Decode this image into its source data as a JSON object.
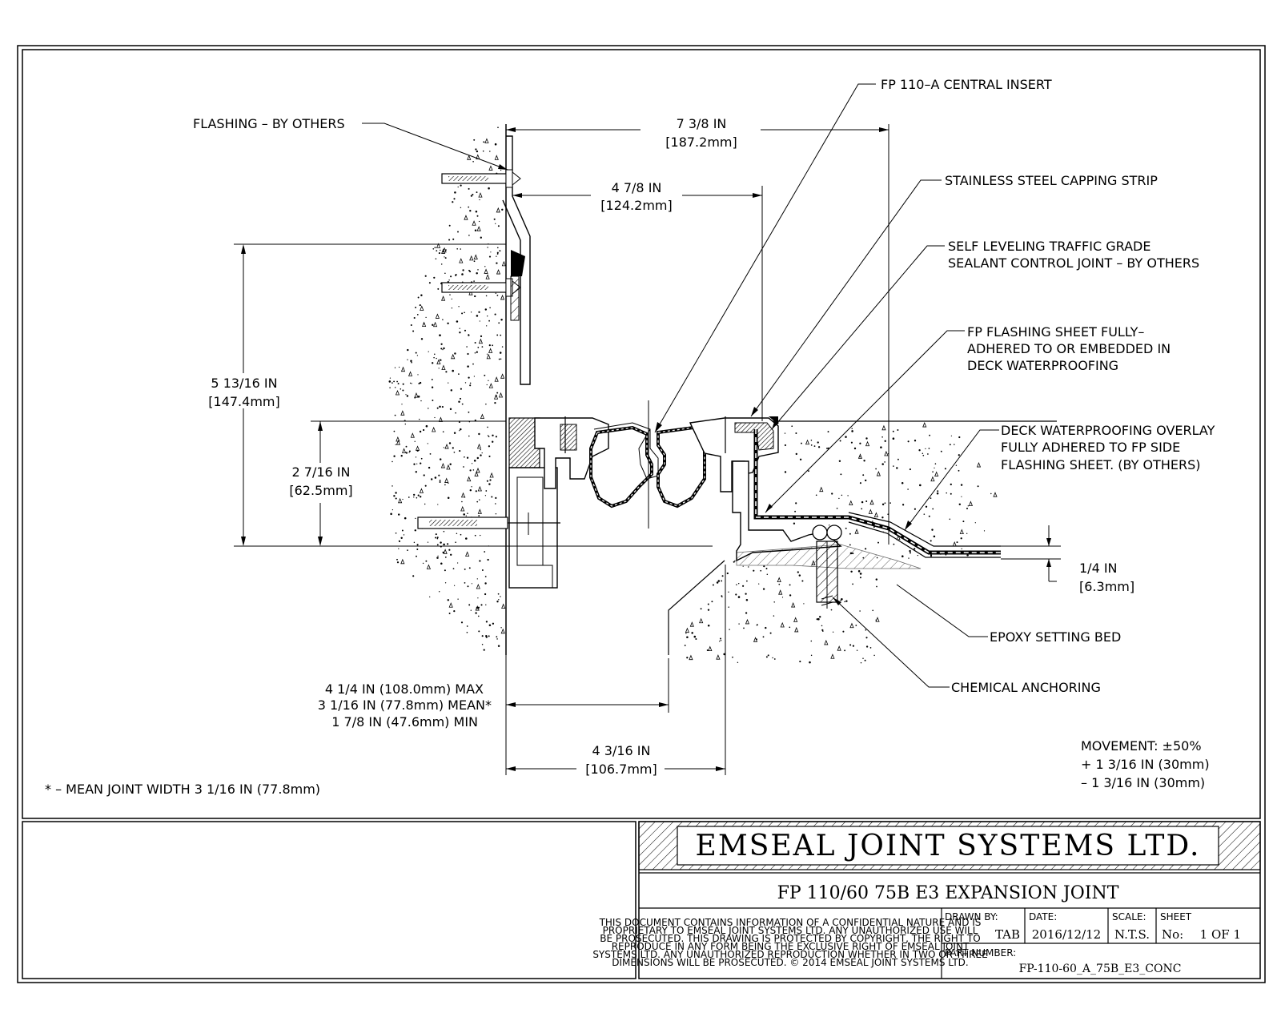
{
  "callouts": {
    "central_insert": "FP 110–A CENTRAL INSERT",
    "flashing": "FLASHING – BY OTHERS",
    "capping_strip": "STAINLESS STEEL CAPPING STRIP",
    "sealant_line1": "SELF LEVELING TRAFFIC GRADE",
    "sealant_line2": "SEALANT CONTROL JOINT – BY OTHERS",
    "fp_flashing_line1": "FP FLASHING SHEET FULLY–",
    "fp_flashing_line2": "ADHERED TO OR EMBEDDED IN",
    "fp_flashing_line3": "DECK WATERPROOFING",
    "overlay_line1": "DECK WATERPROOFING OVERLAY",
    "overlay_line2": "FULLY ADHERED TO FP SIDE",
    "overlay_line3": "FLASHING SHEET. (BY OTHERS)",
    "epoxy": "EPOXY SETTING BED",
    "anchoring": "CHEMICAL ANCHORING"
  },
  "dimensions": {
    "d1_in": "7 3/8 IN",
    "d1_mm": "[187.2mm]",
    "d2_in": "4 7/8 IN",
    "d2_mm": "[124.2mm]",
    "d3_in": "5 13/16 IN",
    "d3_mm": "[147.4mm]",
    "d4_in": "2 7/16 IN",
    "d4_mm": "[62.5mm]",
    "d5_in": "1/4 IN",
    "d5_mm": "[6.3mm]",
    "width_max": "4 1/4 IN (108.0mm) MAX",
    "width_mean": "3 1/16 IN (77.8mm) MEAN*",
    "width_min": "1 7/8 IN (47.6mm) MIN",
    "d6_in": "4 3/16 IN",
    "d6_mm": "[106.7mm]"
  },
  "movement": {
    "line1": "MOVEMENT: ±50%",
    "line2": "+ 1 3/16 IN (30mm)",
    "line3": "– 1 3/16 IN (30mm)"
  },
  "footnote": "* – MEAN JOINT WIDTH 3 1/16 IN (77.8mm)",
  "title_block": {
    "company": "EMSEAL JOINT SYSTEMS LTD.",
    "drawing_title": "FP 110/60 75B E3 EXPANSION JOINT",
    "disclaimer": [
      "THIS DOCUMENT CONTAINS INFORMATION OF A CONFIDENTIAL NATURE AND IS",
      "PROPRIETARY TO EMSEAL JOINT SYSTEMS LTD. ANY UNAUTHORIZED USE WILL",
      "BE PROSECUTED. THIS DRAWING IS PROTECTED BY COPYRIGHT, THE RIGHT TO",
      "REPRODUCE IN ANY FORM BEING THE EXCLUSIVE RIGHT OF EMSEAL JOINT",
      "SYSTEMS LTD. ANY UNAUTHORIZED REPRODUCTION WHETHER IN TWO OR THREE",
      "DIMENSIONS WILL BE PROSECUTED. © 2014 EMSEAL JOINT SYSTEMS LTD."
    ],
    "drawn_by_label": "DRAWN BY:",
    "drawn_by": "TAB",
    "date_label": "DATE:",
    "date": "2016/12/12",
    "scale_label": "SCALE:",
    "scale": "N.T.S.",
    "sheet_label": "SHEET",
    "sheet_no_label": "No:",
    "sheet_no": "1 OF 1",
    "part_label": "PART NUMBER:",
    "part_number": "FP-110-60_A_75B_E3_CONC"
  }
}
